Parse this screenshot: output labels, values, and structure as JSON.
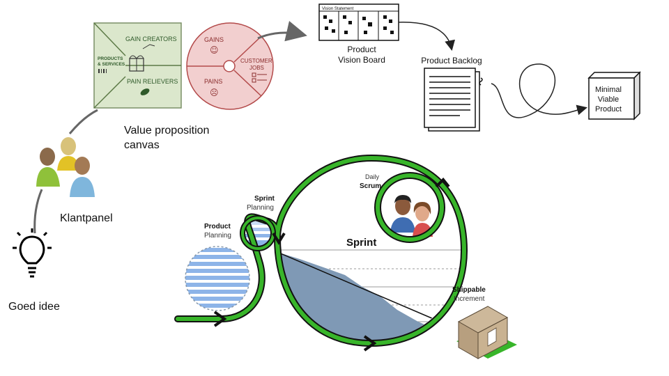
{
  "labels": {
    "goed_idee": "Goed idee",
    "klantpanel": "Klantpanel",
    "vpc_line1": "Value proposition",
    "vpc_line2": "canvas",
    "vision_board_line1": "Product",
    "vision_board_line2": "Vision Board",
    "vision_statement": "Vision Statement",
    "product_backlog": "Product Backlog",
    "mvp_line1": "Minimal",
    "mvp_line2": "Viable",
    "mvp_line3": "Product"
  },
  "canvas": {
    "gain_creators": "GAIN CREATORS",
    "products_services_1": "PRODUCTS",
    "products_services_2": "& SERVICES",
    "pain_relievers": "PAIN RELIEVERS",
    "gains": "GAINS",
    "pains": "PAINS",
    "customer_jobs_1": "CUSTOMER",
    "customer_jobs_2": "JOBS"
  },
  "scrum": {
    "daily": "Daily",
    "scrum": "Scrum",
    "sprint_1": "Sprint",
    "sprint_2": "Planning",
    "product_1": "Product",
    "product_2": "Planning",
    "sprint_title": "Sprint",
    "shippable_1": "Shippable",
    "shippable_2": "Increment"
  },
  "colors": {
    "loop_green": "#38b52a",
    "canvas_green": "#dbe7cc",
    "canvas_pink": "#f2cfcf",
    "burndown": "#7f99b5",
    "planning_blue": "#8db4e8"
  }
}
